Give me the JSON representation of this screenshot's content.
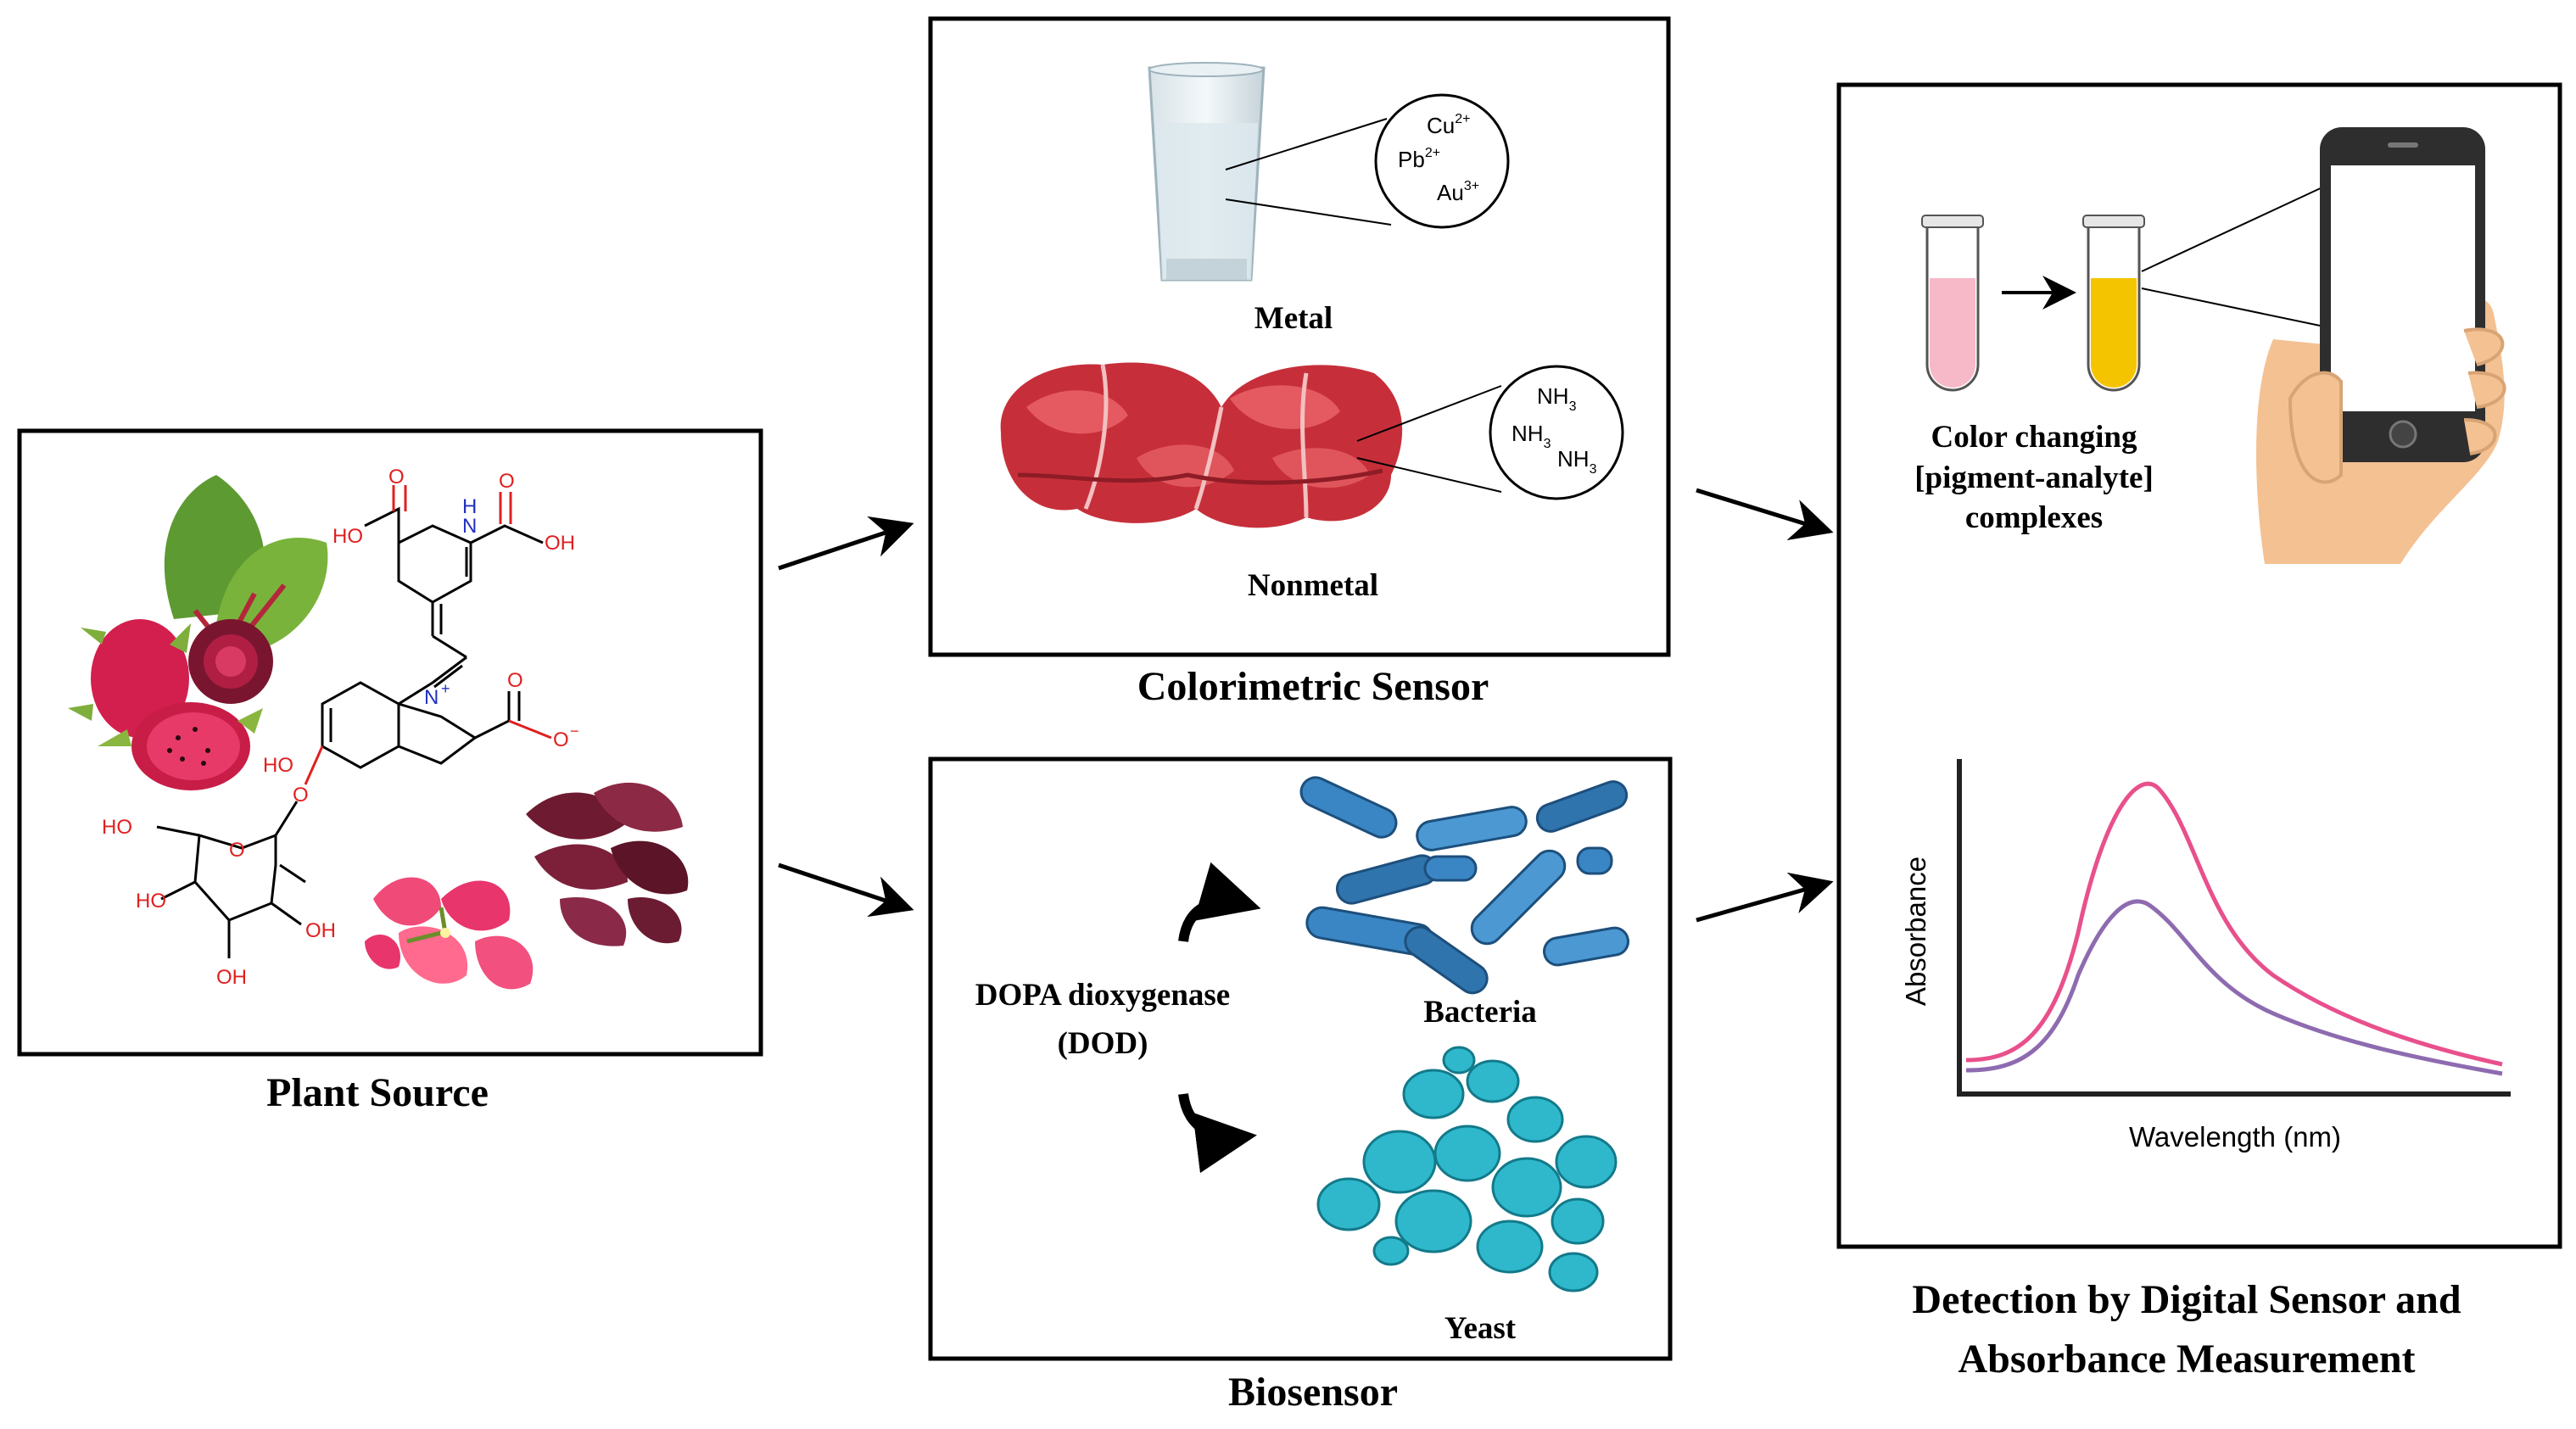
{
  "panels": {
    "plant": {
      "caption": "Plant Source",
      "molecule": {
        "labels": [
          "O",
          "HO",
          "H",
          "N",
          "O",
          "OH",
          "N",
          "+",
          "HO",
          "O",
          "O",
          "−",
          "O",
          "HO",
          "O",
          "HO",
          "OH",
          "OH"
        ]
      }
    },
    "colorimetric": {
      "caption": "Colorimetric Sensor",
      "metal_label": "Metal",
      "nonmetal_label": "Nonmetal",
      "metal_ions": [
        {
          "base": "Cu",
          "charge": "2+"
        },
        {
          "base": "Pb",
          "charge": "2+"
        },
        {
          "base": "Au",
          "charge": "3+"
        }
      ],
      "nonmetal_species": [
        {
          "base": "NH",
          "sub": "3"
        },
        {
          "base": "NH",
          "sub": "3"
        },
        {
          "base": "NH",
          "sub": "3"
        }
      ]
    },
    "biosensor": {
      "caption": "Biosensor",
      "enzyme_line1": "DOPA dioxygenase",
      "enzyme_line2": "(DOD)",
      "bacteria_label": "Bacteria",
      "yeast_label": "Yeast"
    },
    "detection": {
      "caption_line1": "Detection by Digital Sensor and",
      "caption_line2": "Absorbance Measurement",
      "tube_caption": [
        "Color changing",
        "[pigment-analyte]",
        "complexes"
      ],
      "ylabel": "Absorbance",
      "xlabel": "Wavelength (nm)"
    }
  },
  "colors": {
    "border": "#000000",
    "tube_pink": "#f7b8c8",
    "tube_yellow": "#f5c400",
    "curve_pink": "#e8508c",
    "curve_purple": "#8e6bb0",
    "bacteria": "#3a86c4",
    "yeast": "#2fb8cc",
    "meat": "#c8323a",
    "skin": "#f4c193",
    "phone": "#2e2e2e"
  }
}
